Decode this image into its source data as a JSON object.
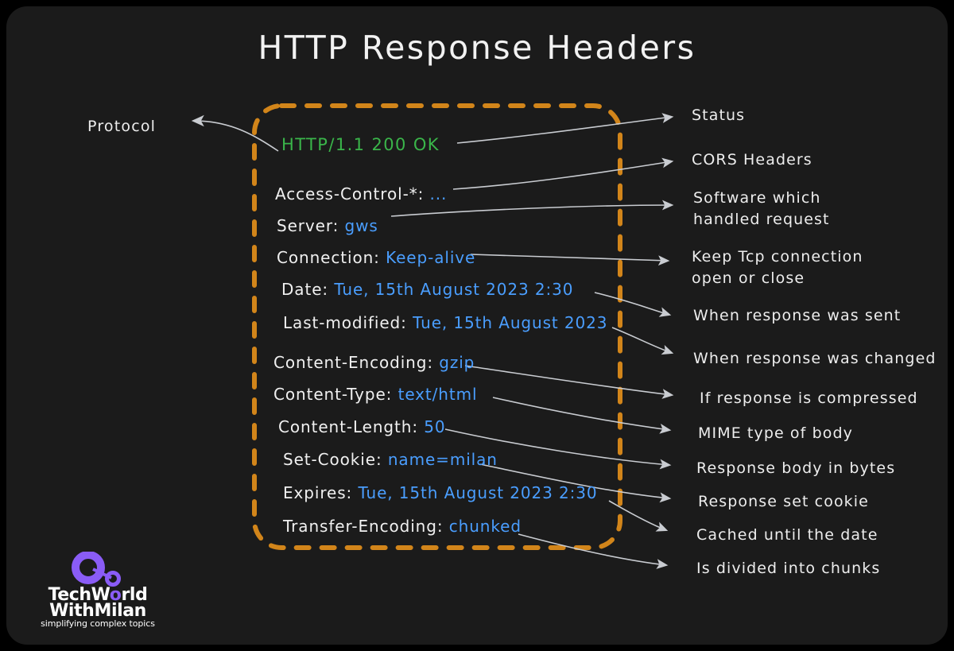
{
  "title": "HTTP Response Headers",
  "colors": {
    "background": "#000000",
    "card": "#1b1b1b",
    "status_green": "#3ab54a",
    "value_blue": "#4a9eff",
    "dashed_box_orange": "#d2851a",
    "arrow_gray": "#c9ccd1",
    "text_white": "#f0f0f0",
    "logo_purple": "#8a5cf6"
  },
  "left_label": "Protocol",
  "status_line": "HTTP/1.1 200 OK",
  "headers": [
    {
      "name": "Access-Control-*:",
      "value": "..."
    },
    {
      "name": "Server:",
      "value": "gws"
    },
    {
      "name": "Connection:",
      "value": "Keep-alive"
    },
    {
      "name": "Date:",
      "value": "Tue, 15th August 2023 2:30"
    },
    {
      "name": "Last-modified:",
      "value": "Tue, 15th August 2023"
    },
    {
      "name": "Content-Encoding:",
      "value": "gzip"
    },
    {
      "name": "Content-Type:",
      "value": "text/html"
    },
    {
      "name": "Content-Length:",
      "value": "50"
    },
    {
      "name": "Set-Cookie:",
      "value": "name=milan"
    },
    {
      "name": "Expires:",
      "value": "Tue, 15th August 2023 2:30"
    },
    {
      "name": "Transfer-Encoding:",
      "value": "chunked"
    }
  ],
  "annotations": [
    {
      "text": "Status"
    },
    {
      "text": "CORS Headers"
    },
    {
      "text": "Software which\nhandled request"
    },
    {
      "text": "Keep Tcp connection\nopen or close"
    },
    {
      "text": "When response was sent"
    },
    {
      "text": "When response was changed"
    },
    {
      "text": "If response is compressed"
    },
    {
      "text": "MIME type of body"
    },
    {
      "text": "Response body in bytes"
    },
    {
      "text": "Response set cookie"
    },
    {
      "text": "Cached until the date"
    },
    {
      "text": "Is divided into chunks"
    }
  ],
  "logo": {
    "line1_a": "TechW",
    "line1_dot": "o",
    "line1_b": "rld",
    "line2": "WithMilan",
    "tagline": "simplifying complex topics"
  }
}
